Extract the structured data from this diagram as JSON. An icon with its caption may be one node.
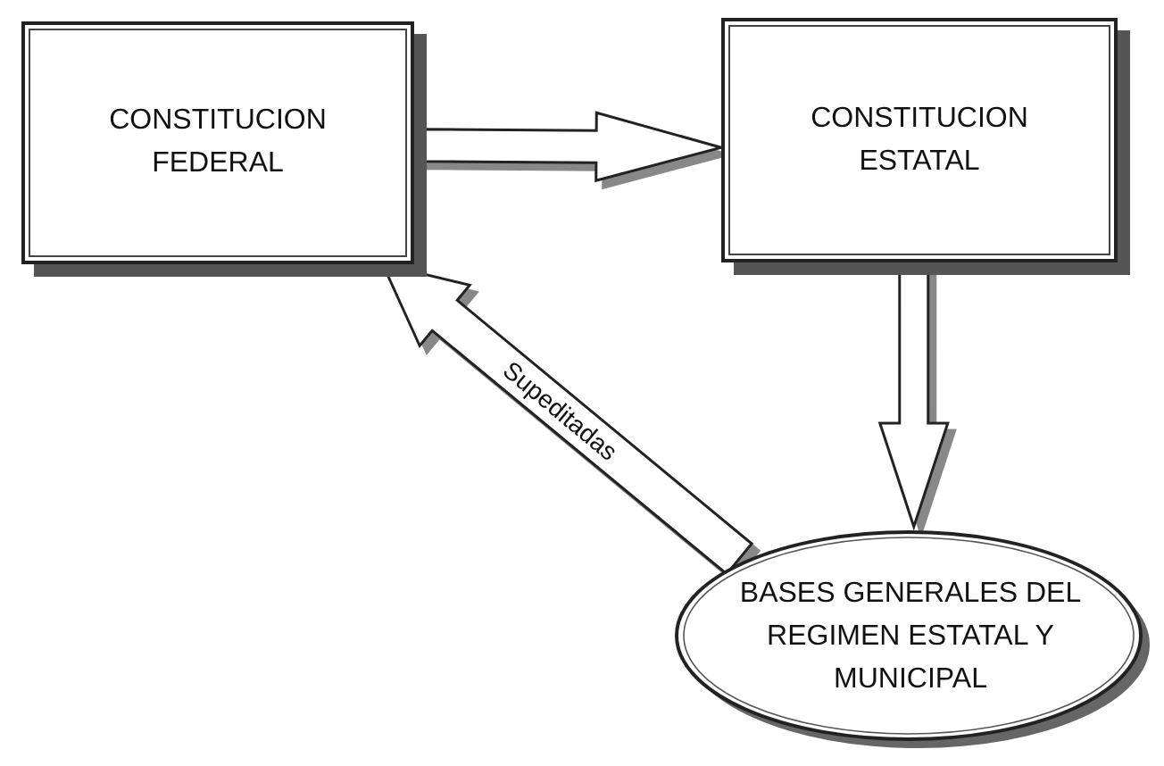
{
  "diagram": {
    "nodes": [
      {
        "text": [
          "CONSTITUCION FEDERAL"
        ]
      },
      {
        "text": [
          "CONSTITUCION ESTATAL"
        ]
      },
      {
        "text": [
          "BASES GENERALES DEL REGIMEN ESTATAL Y MUNICIPAL"
        ]
      }
    ],
    "edges": [
      {
        "from": 0,
        "to": 1,
        "arrow": "to"
      },
      {
        "from": 1,
        "to": 2,
        "arrow": "to"
      },
      {
        "from": 2,
        "to": 0,
        "arrow": "to",
        "label": "Supeditadas"
      }
    ]
  }
}
